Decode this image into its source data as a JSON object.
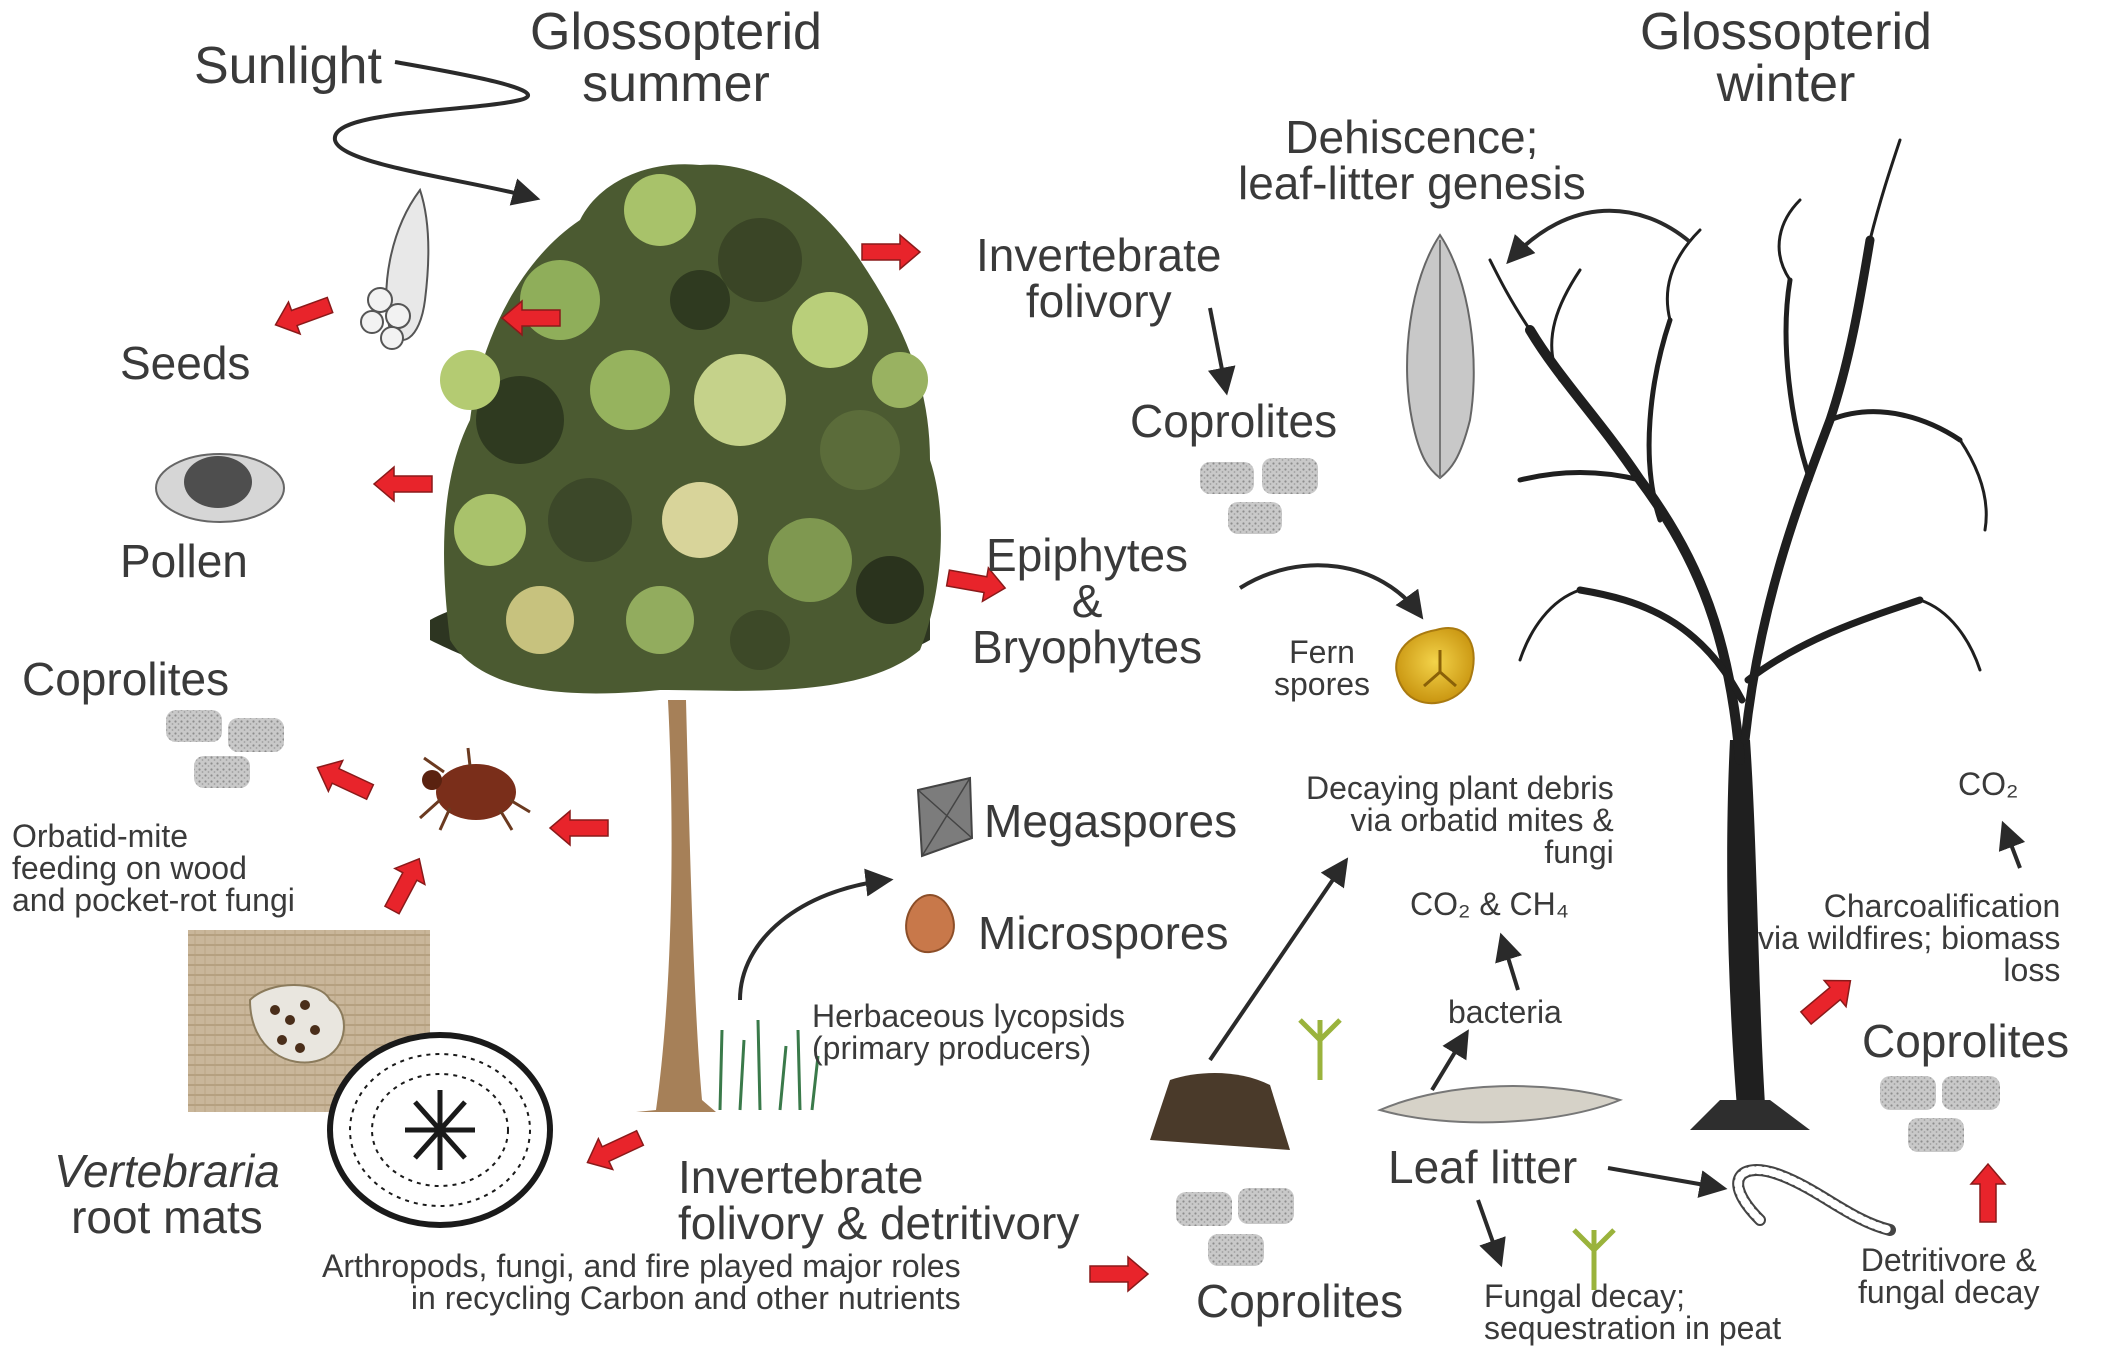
{
  "titles": {
    "summer": [
      "Glossopterid",
      "summer"
    ],
    "winter": [
      "Glossopterid",
      "winter"
    ]
  },
  "labels": {
    "sunlight": "Sunlight",
    "seeds": "Seeds",
    "pollen": "Pollen",
    "coprolites": "Coprolites",
    "mite": [
      "Orbatid-mite",
      "feeding on wood",
      "and pocket-rot fungi"
    ],
    "vertebraria": [
      "Vertebraria",
      "root mats"
    ],
    "invert_folivory": [
      "Invertebrate",
      "folivory"
    ],
    "epiphytes": [
      "Epiphytes",
      "&",
      "Bryophytes"
    ],
    "fern_spores": [
      "Fern",
      "spores"
    ],
    "dehiscence": [
      "Dehiscence;",
      "leaf-litter genesis"
    ],
    "megaspores": "Megaspores",
    "microspores": "Microspores",
    "lycopsids": [
      "Herbaceous lycopsids",
      "(primary producers)"
    ],
    "invert_detritivory": [
      "Invertebrate",
      "folivory & detritivory"
    ],
    "caption": [
      "Arthropods, fungi, and fire played major roles",
      "in recycling Carbon and other nutrients"
    ],
    "decaying": [
      "Decaying plant debris",
      "via orbatid mites &",
      "fungi"
    ],
    "co2_ch4": "CO₂ & CH₄",
    "bacteria": "bacteria",
    "leaf_litter": "Leaf litter",
    "fungal_decay": [
      "Fungal decay;",
      "sequestration in peat"
    ],
    "co2": "CO₂",
    "charcoal": [
      "Charcoalification",
      "via wildfires; biomass",
      "loss"
    ],
    "detritivore": [
      "Detritivore &",
      "fungal decay"
    ]
  },
  "colors": {
    "red_arrow": "#e8242b",
    "black_arrow": "#2a2a2a",
    "trunk": "#a68058",
    "foliage_dark": "#3e4a2a",
    "foliage_light": "#a8c26a",
    "spore_gold": "#e6b820",
    "microspore": "#c8784a",
    "coprolite": "#b8b8b8"
  }
}
